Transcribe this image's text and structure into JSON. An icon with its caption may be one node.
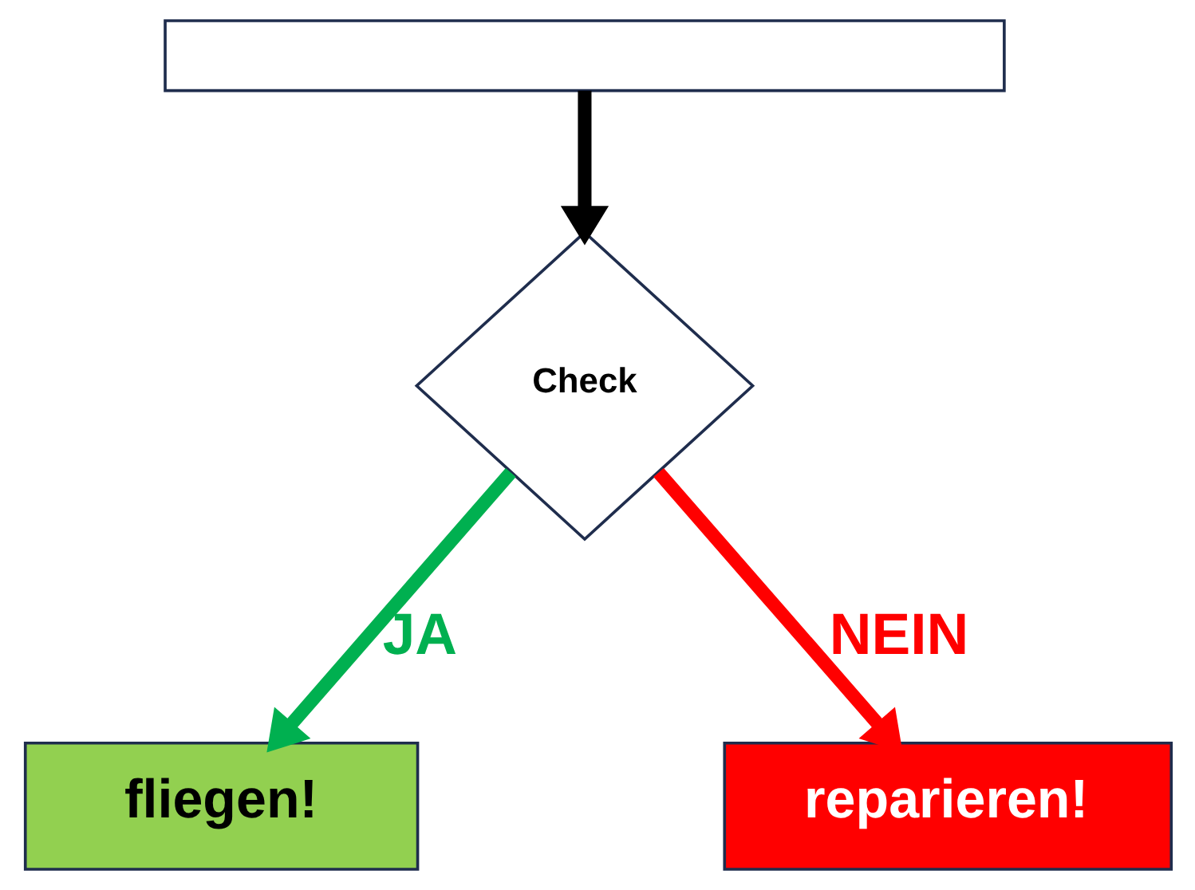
{
  "diagram": {
    "nodes": [
      {
        "text": [],
        "shape": "box"
      },
      {
        "text": [
          "Check"
        ]
      },
      {
        "text": [
          "fliegen!"
        ]
      },
      {
        "text": [
          "reparieren!"
        ]
      }
    ],
    "edges": [
      {
        "from": 0,
        "to": 1,
        "arrow": "to",
        "color": "#000000"
      },
      {
        "from": 1,
        "to": 2,
        "arrow": "to",
        "label": "JA",
        "color": "#00b050"
      },
      {
        "from": 1,
        "to": 3,
        "arrow": "to",
        "label": "NEIN",
        "color": "#ff0000"
      }
    ]
  }
}
